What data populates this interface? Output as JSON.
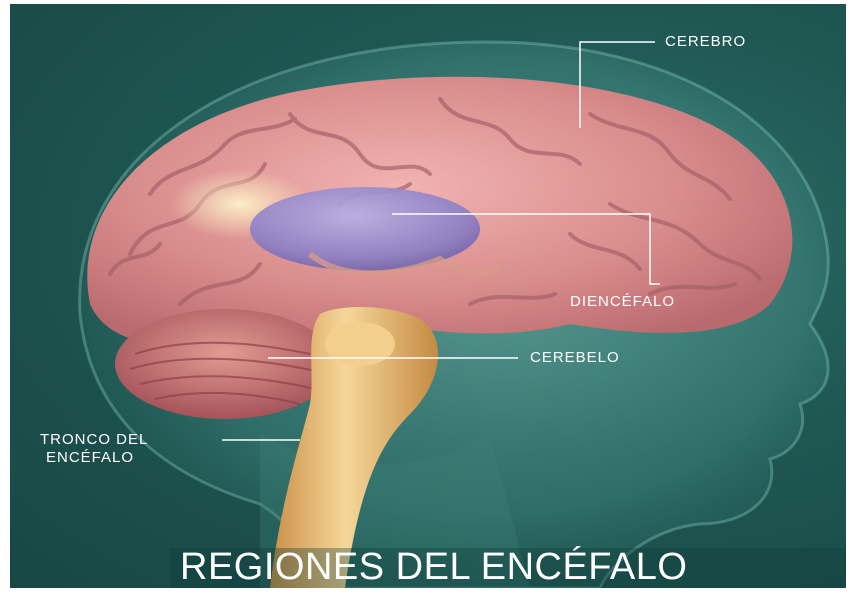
{
  "labels": {
    "cerebro": "CEREBRO",
    "diencefalo": "DIENCÉFALO",
    "cerebelo": "CEREBELO",
    "tronco_line1": "TRONCO DEL",
    "tronco_line2": "ENCÉFALO"
  },
  "title": "REGIONES DEL ENCÉFALO",
  "colors": {
    "background": "#1f5753",
    "head": "#5fa8a0",
    "brain": "#d98c8c",
    "cerebellum": "#c8706c",
    "brainstem": "#e8b873",
    "thalamus": "#8d7fc4",
    "label": "#ffffff"
  }
}
